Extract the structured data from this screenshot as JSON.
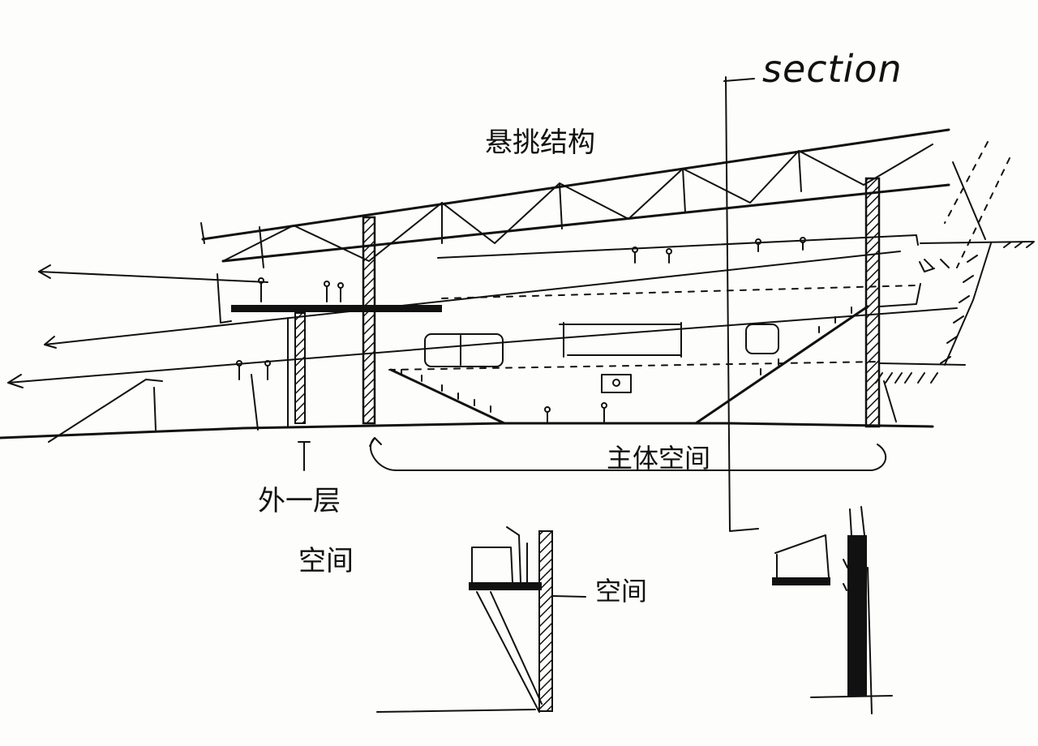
{
  "labels": {
    "section": "section",
    "roof": "悬挑结构",
    "main_space": "主体空间",
    "outer_1": "外一层",
    "outer_2": "空间",
    "detail": "空间"
  }
}
